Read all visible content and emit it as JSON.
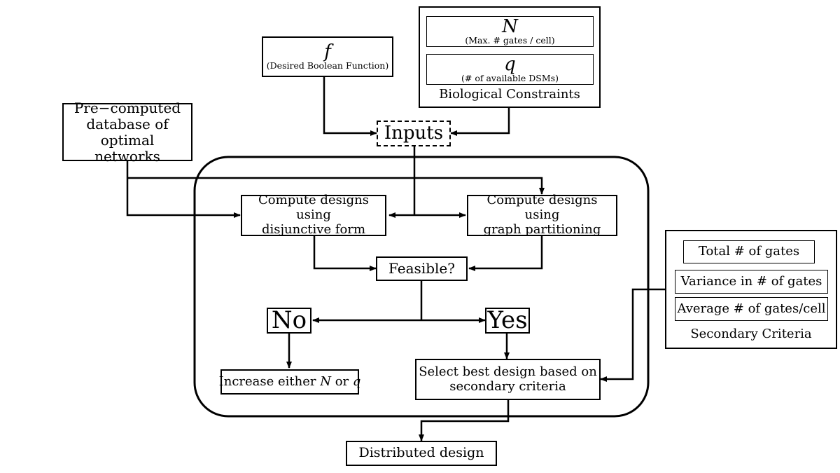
{
  "inputs": {
    "f_symbol": "f",
    "f_desc": "(Desired Boolean Function)",
    "n_symbol": "N",
    "n_desc": "(Max. # gates / cell)",
    "q_symbol": "q",
    "q_desc": "(# of available DSMs)",
    "constraints_caption": "Biological Constraints",
    "database": "Pre−computed database of optimal networks",
    "inputs_label": "Inputs"
  },
  "process": {
    "disjunctive_line1": "Compute designs using",
    "disjunctive_line2": "disjunctive form",
    "graph_line1": "Compute designs using",
    "graph_line2": "graph partitioning",
    "feasible": "Feasible?",
    "no": "No",
    "yes": "Yes",
    "increase_prefix": "Increase either ",
    "increase_n": "N",
    "increase_or": " or ",
    "increase_q": "q",
    "select_line1": "Select best design based on",
    "select_line2": "secondary criteria"
  },
  "secondary": {
    "items": [
      "Total # of gates",
      "Variance in # of gates",
      "Average # of gates/cell"
    ],
    "caption": "Secondary Criteria"
  },
  "output": {
    "distributed": "Distributed design"
  }
}
